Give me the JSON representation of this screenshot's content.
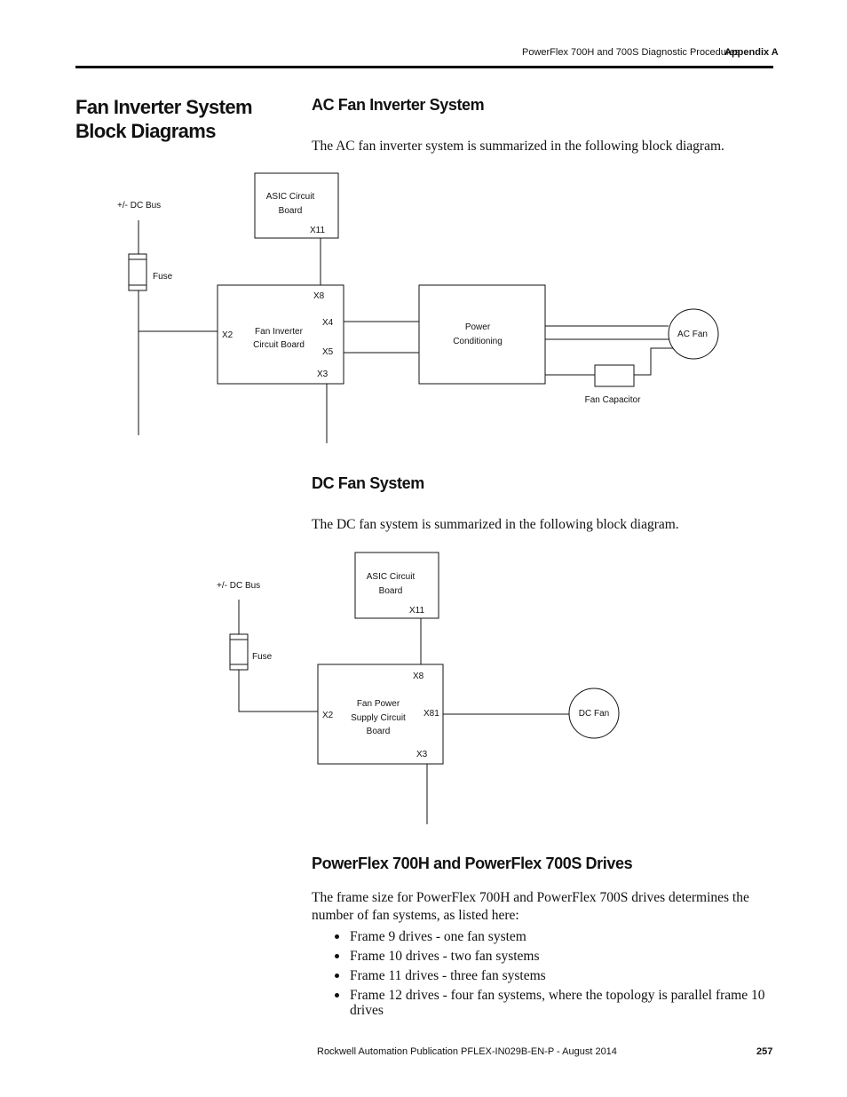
{
  "header": {
    "title": "PowerFlex 700H and 700S Diagnostic Procedures",
    "appendix": "Appendix A"
  },
  "page_title": "Fan Inverter System Block Diagrams",
  "ac_section": {
    "heading": "AC Fan Inverter System",
    "text": "The AC fan inverter system is summarized in the following block diagram.",
    "diagram": {
      "dc_bus": "+/- DC Bus",
      "fuse": "Fuse",
      "asic_line1": "ASIC Circuit",
      "asic_line2": "Board",
      "asic_port": "X11",
      "inverter_line1": "Fan Inverter",
      "inverter_line2": "Circuit Board",
      "port_x8": "X8",
      "port_x4": "X4",
      "port_x5": "X5",
      "port_x3": "X3",
      "port_x2": "X2",
      "power_line1": "Power",
      "power_line2": "Conditioning",
      "fan": "AC Fan",
      "capacitor": "Fan Capacitor"
    }
  },
  "dc_section": {
    "heading": "DC Fan System",
    "text": "The DC fan system is summarized in the following block diagram.",
    "diagram": {
      "dc_bus": "+/- DC Bus",
      "fuse": "Fuse",
      "asic_line1": "ASIC Circuit",
      "asic_line2": "Board",
      "asic_port": "X11",
      "supply_line1": "Fan Power",
      "supply_line2": "Supply Circuit",
      "supply_line3": "Board",
      "port_x8": "X8",
      "port_x81": "X81",
      "port_x3": "X3",
      "port_x2": "X2",
      "fan": "DC Fan"
    }
  },
  "drives_section": {
    "heading": "PowerFlex 700H and PowerFlex 700S Drives",
    "text": "The frame size for PowerFlex 700H and PowerFlex 700S drives determines the number of fan systems, as listed here:",
    "items": [
      "Frame 9 drives - one fan system",
      "Frame 10 drives - two fan systems",
      "Frame 11 drives - three fan systems",
      "Frame 12 drives - four fan systems, where the topology is parallel frame 10 drives"
    ]
  },
  "footer": {
    "publication": "Rockwell Automation Publication PFLEX-IN029B-EN-P - August 2014",
    "page_number": "257"
  }
}
